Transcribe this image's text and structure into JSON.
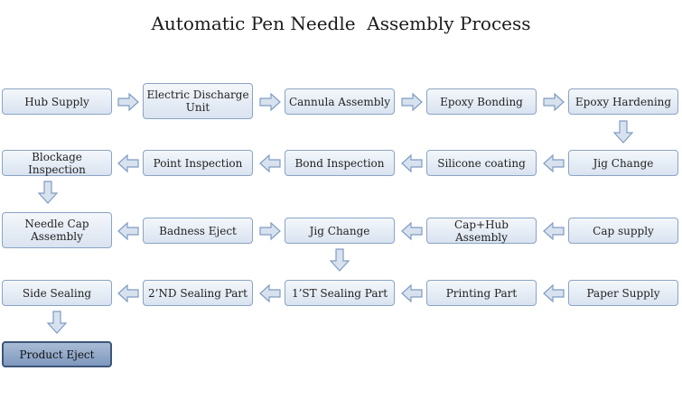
{
  "title": "Automatic Pen Needle  Assembly Process",
  "colors": {
    "box_fill": "#d9e3f0",
    "box_border": "#8aa4c4",
    "final_fill": "#7e98bd",
    "arrow_fill": "#d8e2ef"
  },
  "steps": {
    "hub_supply": "Hub Supply",
    "electric_discharge": "Electric Discharge\nUnit",
    "cannula_assembly": "Cannula Assembly",
    "epoxy_bonding": "Epoxy Bonding",
    "epoxy_hardening": "Epoxy Hardening",
    "jig_change_1": "Jig Change",
    "silicone_coating": "Silicone coating",
    "bond_inspection": "Bond  Inspection",
    "point_inspection": "Point Inspection",
    "blockage_inspection": "Blockage\nInspection",
    "needle_cap_assembly": "Needle  Cap\nAssembly",
    "badness_eject": "Badness Eject",
    "jig_change_2": "Jig Change",
    "cap_hub_assembly": "Cap+Hub Assembly",
    "cap_supply": "Cap supply",
    "side_sealing": "Side Sealing",
    "second_sealing": "2’ND Sealing Part",
    "first_sealing": "1’ST Sealing Part",
    "printing_part": "Printing  Part",
    "paper_supply": "Paper Supply",
    "product_eject": "Product Eject"
  }
}
